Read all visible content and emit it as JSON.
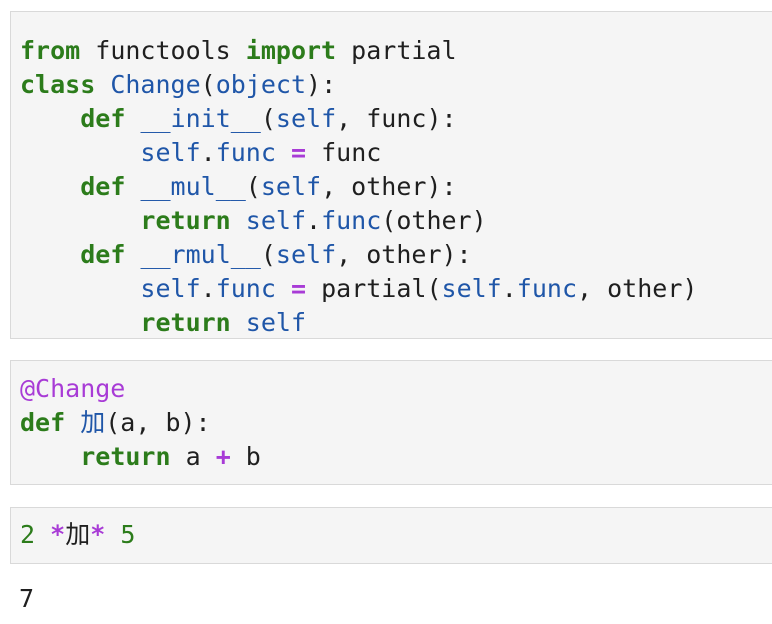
{
  "cells": [
    {
      "lines": [
        [
          {
            "t": "from",
            "c": "kw"
          },
          {
            "t": " functools "
          },
          {
            "t": "import",
            "c": "kw"
          },
          {
            "t": " partial"
          }
        ],
        [
          {
            "t": "class",
            "c": "kw"
          },
          {
            "t": " "
          },
          {
            "t": "Change",
            "c": "nm"
          },
          {
            "t": "("
          },
          {
            "t": "object",
            "c": "nm"
          },
          {
            "t": "):"
          }
        ],
        [
          {
            "t": "    "
          },
          {
            "t": "def",
            "c": "kw"
          },
          {
            "t": " "
          },
          {
            "t": "__init__",
            "c": "nm"
          },
          {
            "t": "("
          },
          {
            "t": "self",
            "c": "nm"
          },
          {
            "t": ", func):"
          }
        ],
        [
          {
            "t": "        "
          },
          {
            "t": "self",
            "c": "nm"
          },
          {
            "t": "."
          },
          {
            "t": "func",
            "c": "nm"
          },
          {
            "t": " "
          },
          {
            "t": "=",
            "c": "op"
          },
          {
            "t": " func"
          }
        ],
        [
          {
            "t": "    "
          },
          {
            "t": "def",
            "c": "kw"
          },
          {
            "t": " "
          },
          {
            "t": "__mul__",
            "c": "nm"
          },
          {
            "t": "("
          },
          {
            "t": "self",
            "c": "nm"
          },
          {
            "t": ", other):"
          }
        ],
        [
          {
            "t": "        "
          },
          {
            "t": "return",
            "c": "kw"
          },
          {
            "t": " "
          },
          {
            "t": "self",
            "c": "nm"
          },
          {
            "t": "."
          },
          {
            "t": "func",
            "c": "nm"
          },
          {
            "t": "(other)"
          }
        ],
        [
          {
            "t": "    "
          },
          {
            "t": "def",
            "c": "kw"
          },
          {
            "t": " "
          },
          {
            "t": "__rmul__",
            "c": "nm"
          },
          {
            "t": "("
          },
          {
            "t": "self",
            "c": "nm"
          },
          {
            "t": ", other):"
          }
        ],
        [
          {
            "t": "        "
          },
          {
            "t": "self",
            "c": "nm"
          },
          {
            "t": "."
          },
          {
            "t": "func",
            "c": "nm"
          },
          {
            "t": " "
          },
          {
            "t": "=",
            "c": "op"
          },
          {
            "t": " partial("
          },
          {
            "t": "self",
            "c": "nm"
          },
          {
            "t": "."
          },
          {
            "t": "func",
            "c": "nm"
          },
          {
            "t": ", other)"
          }
        ],
        [
          {
            "t": "        "
          },
          {
            "t": "return",
            "c": "kw"
          },
          {
            "t": " "
          },
          {
            "t": "self",
            "c": "nm"
          }
        ]
      ]
    },
    {
      "lines": [
        [
          {
            "t": "@Change",
            "c": "dec"
          }
        ],
        [
          {
            "t": "def",
            "c": "kw"
          },
          {
            "t": " "
          },
          {
            "t": "加",
            "c": "uni-blue"
          },
          {
            "t": "(a, b):"
          }
        ],
        [
          {
            "t": "    "
          },
          {
            "t": "return",
            "c": "kw"
          },
          {
            "t": " a "
          },
          {
            "t": "+",
            "c": "op"
          },
          {
            "t": " b"
          }
        ]
      ]
    },
    {
      "lines": [
        [
          {
            "t": "2",
            "c": "num"
          },
          {
            "t": " "
          },
          {
            "t": "*",
            "c": "op"
          },
          {
            "t": "加",
            "c": "uni"
          },
          {
            "t": "*",
            "c": "op"
          },
          {
            "t": " "
          },
          {
            "t": "5",
            "c": "num"
          }
        ]
      ]
    }
  ],
  "output": "7"
}
